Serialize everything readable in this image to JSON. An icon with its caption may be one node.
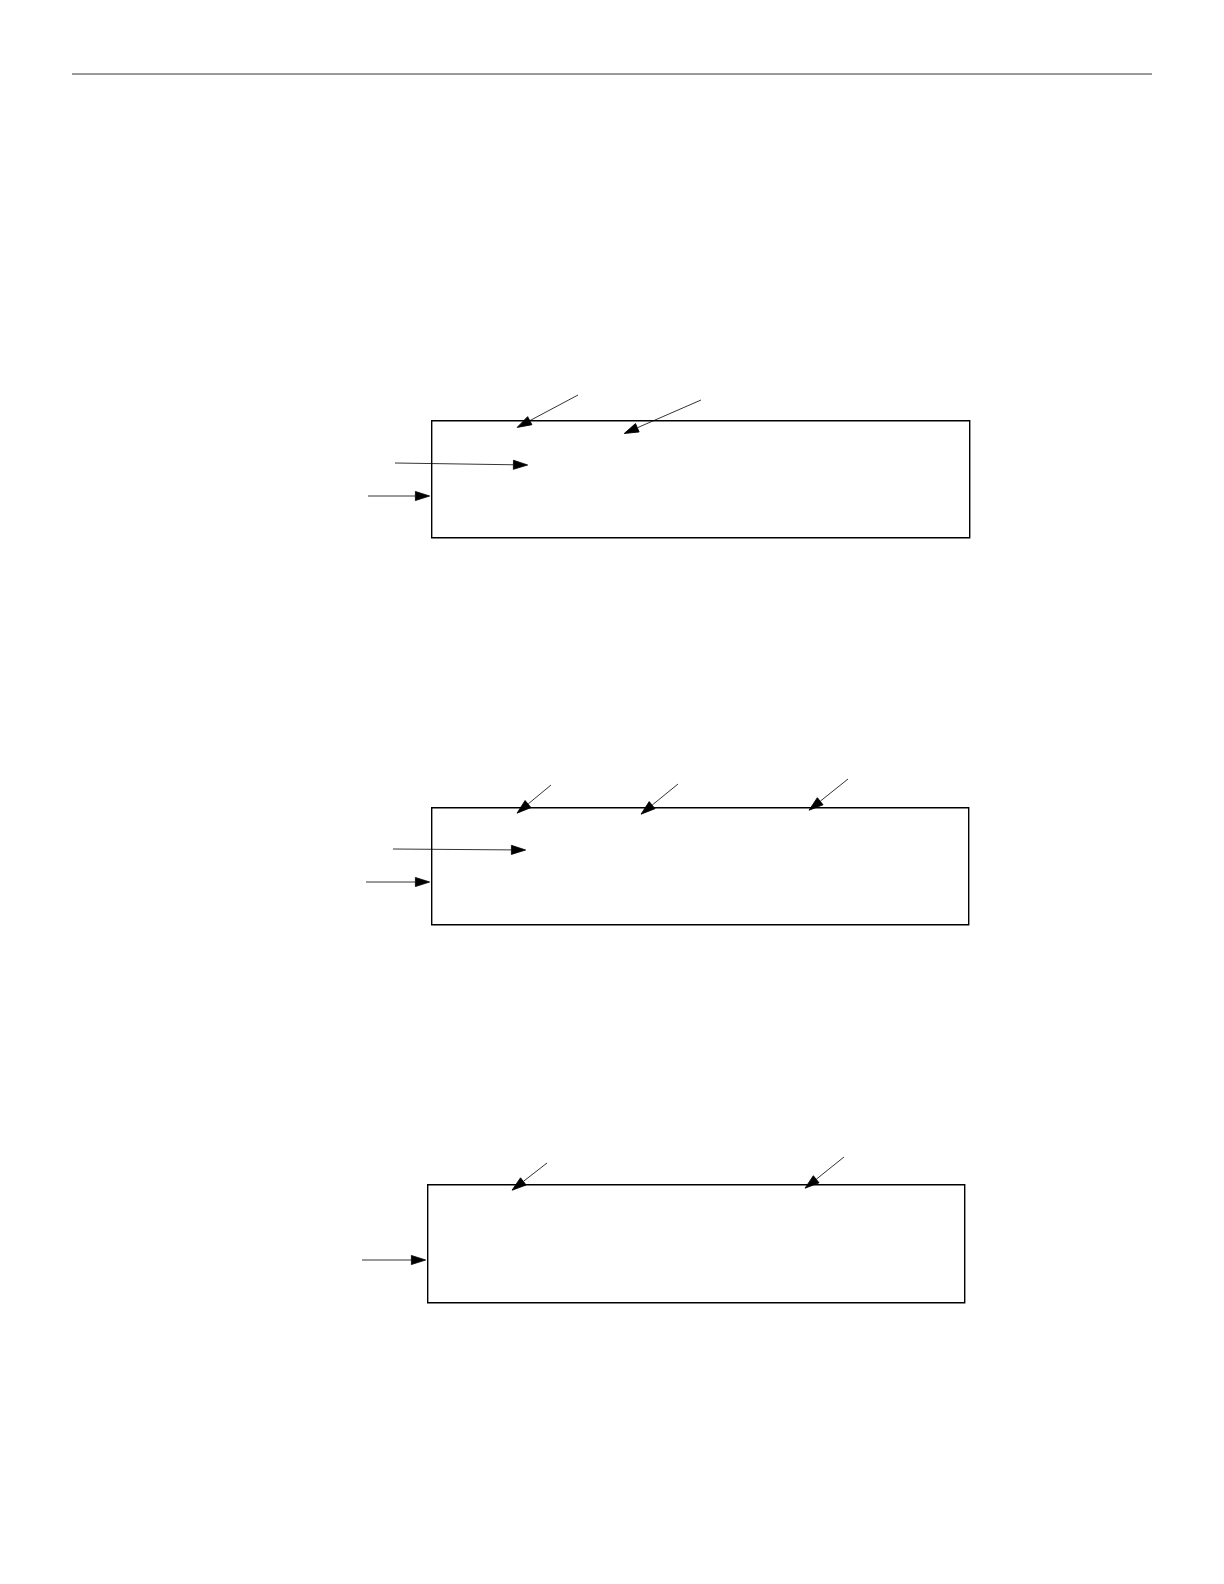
{
  "diagram": {
    "nodes": [
      {
        "text": [],
        "shape": "box"
      },
      {
        "text": [],
        "shape": "box"
      },
      {
        "text": [],
        "shape": "box"
      }
    ],
    "edges": [
      {
        "from": null,
        "to": 0,
        "arrow": "to"
      },
      {
        "from": null,
        "to": 0,
        "arrow": "to"
      },
      {
        "from": null,
        "to": 0,
        "arrow": "to"
      },
      {
        "from": null,
        "to": 0,
        "arrow": "to"
      },
      {
        "from": null,
        "to": 1,
        "arrow": "to"
      },
      {
        "from": null,
        "to": 1,
        "arrow": "to"
      },
      {
        "from": null,
        "to": 1,
        "arrow": "to"
      },
      {
        "from": null,
        "to": 1,
        "arrow": "to"
      },
      {
        "from": null,
        "to": 1,
        "arrow": "to"
      },
      {
        "from": null,
        "to": 2,
        "arrow": "to"
      },
      {
        "from": null,
        "to": 2,
        "arrow": "to"
      },
      {
        "from": null,
        "to": 2,
        "arrow": "to"
      }
    ]
  }
}
